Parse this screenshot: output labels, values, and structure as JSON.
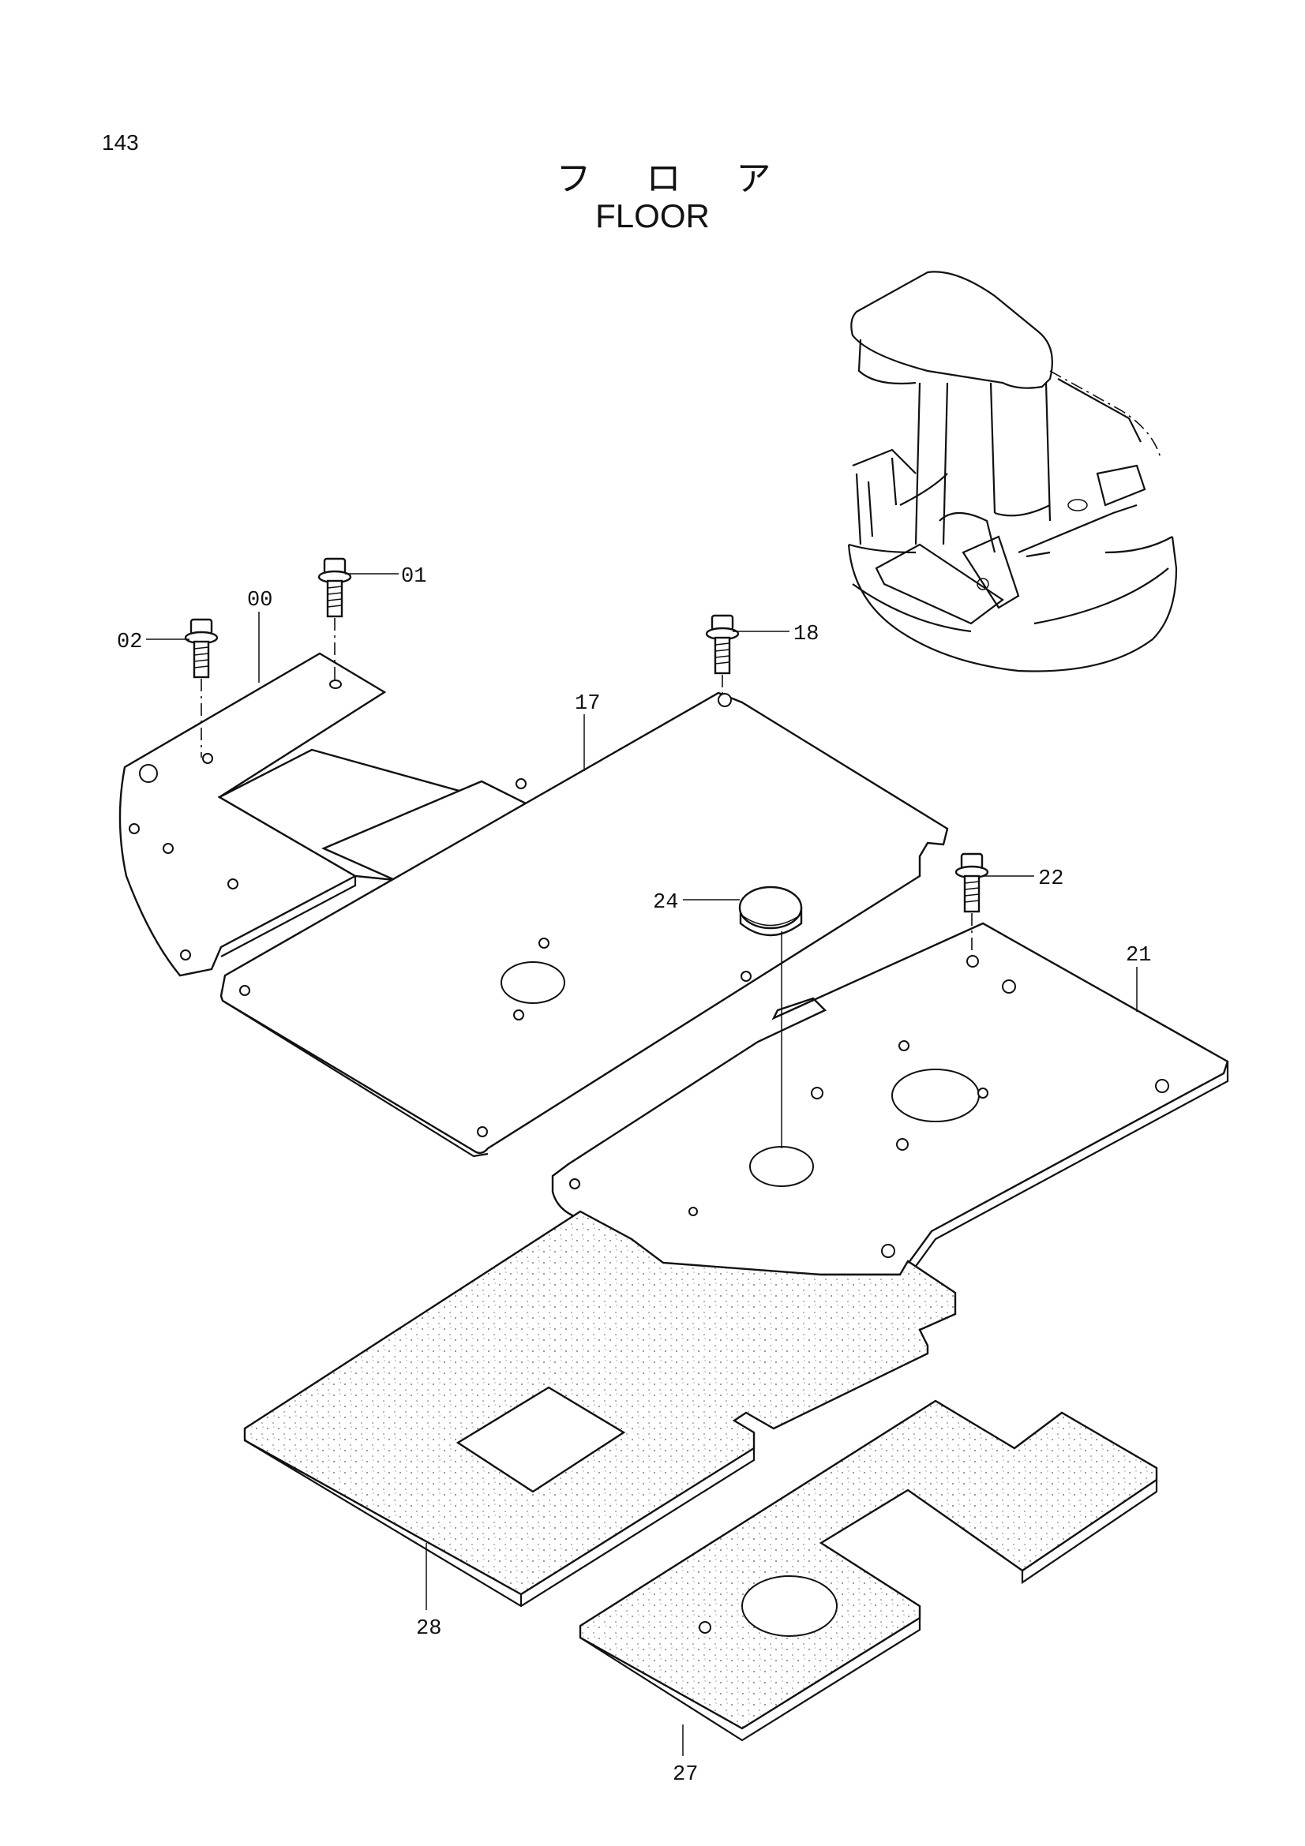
{
  "page_number": "143",
  "title_jp": "フ ロ ア",
  "title_en": "FLOOR",
  "callouts": {
    "c00": "00",
    "c01": "01",
    "c02": "02",
    "c17": "17",
    "c18": "18",
    "c21": "21",
    "c22": "22",
    "c24": "24",
    "c27": "27",
    "c28": "28"
  }
}
